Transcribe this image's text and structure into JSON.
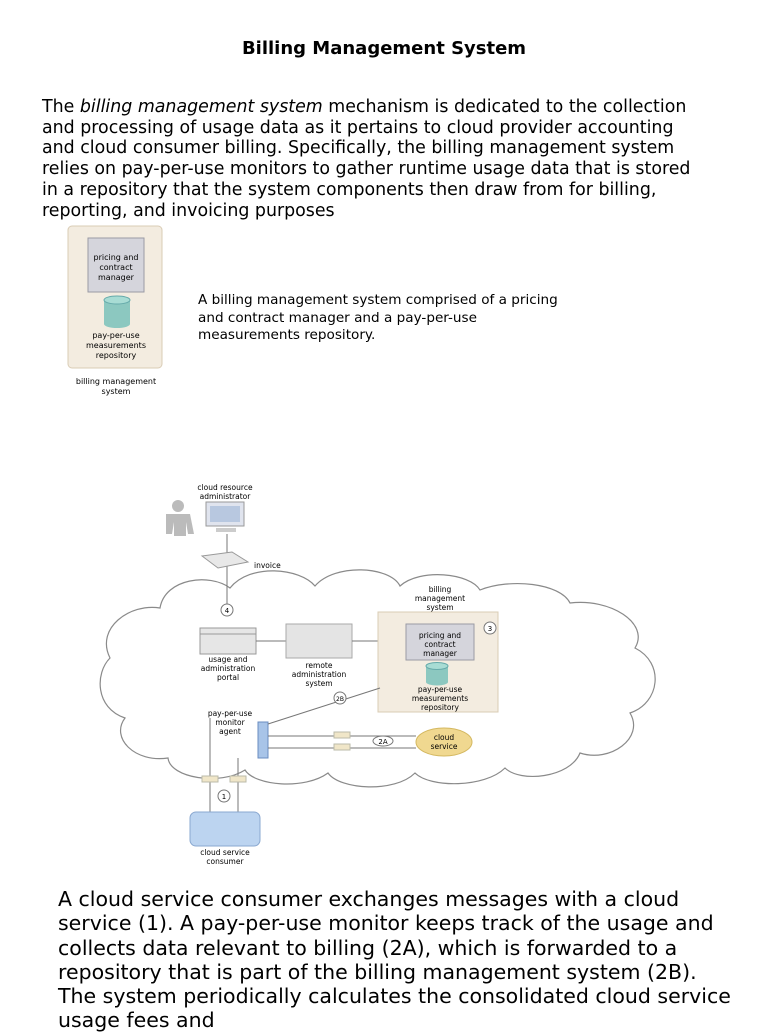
{
  "document": {
    "title": "Billing Management System",
    "intro": {
      "prefix": "The ",
      "emphasis": "billing management system",
      "body": " mechanism is dedicated to the collection and processing of usage data as it pertains to cloud provider accounting and cloud consumer billing. Specifically, the billing management system relies on pay-per-use monitors to gather runtime usage data that is stored in a repository that the system components then draw from for billing, reporting, and invoicing purposes"
    },
    "figure1": {
      "box_label": "pricing and contract manager",
      "repo_label": "pay-per-use measurements repository",
      "system_label": "billing management system",
      "caption": "A billing management system comprised of a pricing and contract manager and a pay-per-use measurements repository."
    },
    "figure2": {
      "admin_label": "cloud resource administrator",
      "invoice_label": "invoice",
      "billing_label": "billing management system",
      "pcm_label": "pricing and contract manager",
      "repo_label": "pay-per-use measurements repository",
      "portal_label": "usage and administration portal",
      "remote_label": "remote administration system",
      "monitor_label": "pay-per-use monitor agent",
      "cloud_service_label": "cloud service",
      "consumer_label": "cloud service consumer",
      "step_1": "1",
      "step_2a": "2A",
      "step_2b": "2B",
      "step_3": "3",
      "step_4": "4"
    },
    "outro": "A cloud service consumer exchanges messages with a cloud service (1). A pay-per-use monitor keeps track of the usage and collects data relevant to billing (2A), which is forwarded to a repository that is part of the billing management system (2B). The system periodically calculates the consolidated cloud service usage fees and"
  }
}
